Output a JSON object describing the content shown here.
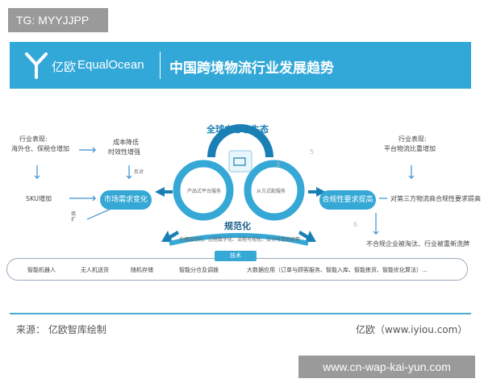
{
  "tag": "TG: MYYJJPP",
  "banner": {
    "brand_cn": "亿欧",
    "brand_en": "EqualOcean",
    "title": "中国跨境物流行业发展趋势"
  },
  "center": {
    "top_label": "全球中心仓生态",
    "bottom_label": "规范化",
    "left_ring_text": "产品式平台服务",
    "right_ring_text": "从方式配服务",
    "num_3": "3",
    "num_5": "5",
    "num_6": "6"
  },
  "left": {
    "perf_label": "行业表现:",
    "perf_text": "海外仓、保税仓增加",
    "cost_text1": "成本降低",
    "cost_text2": "时效性增强",
    "sku_text": "SKU增加",
    "feedback_text": "反对",
    "expand_text": "填扩",
    "pill": "市场需求变化"
  },
  "right": {
    "perf_label": "行业表现:",
    "perf_text": "平台物流比重增加",
    "pill": "合规性要求提高",
    "demand_text": "对第三方物流商合规性要求提高",
    "elim_text": "不合规企业被淘汰、行业被重新洗牌"
  },
  "bottom_process": "仓储自动化、过程数字化、流程可视化、交付可追踪线等",
  "tech": {
    "label": "技术",
    "items": [
      "智能机器人",
      "无人机送货",
      "随机存储",
      "智能分仓及调拨",
      "大数据应用（订单与顾客服务、智能入库、智能拣货、智能优化算法）..."
    ]
  },
  "source": {
    "left": "来源：  亿欧智库绘制",
    "right": "亿欧（www.iyiou.com）"
  },
  "watermark": "www.cn-wap-kai-yun.com",
  "colors": {
    "primary": "#35a8d6",
    "dark": "#1a7fb5",
    "banner": "#32a8d8"
  }
}
